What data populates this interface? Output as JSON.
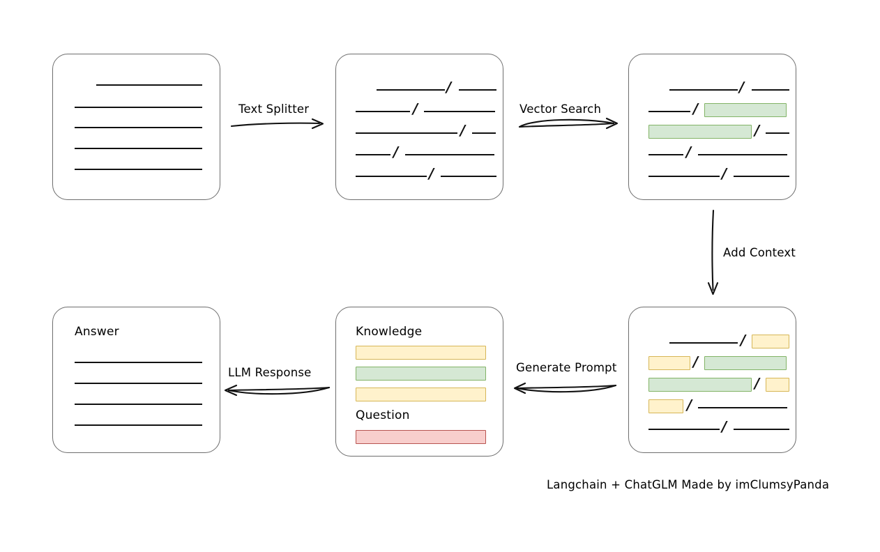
{
  "diagram": {
    "title_caption": "Langchain + ChatGLM Made by imClumsyPanda",
    "colors": {
      "box_border": "#6d6d6d",
      "rule": "#111111",
      "green_fill": "#d5e8d4",
      "green_border": "#82b366",
      "yellow_fill": "#fff2cc",
      "yellow_border": "#d6b656",
      "red_fill": "#f8cecc",
      "red_border": "#b85450",
      "text": "#000000"
    },
    "arrows": [
      {
        "id": "text-splitter",
        "label": "Text Splitter",
        "direction": "right"
      },
      {
        "id": "vector-search",
        "label": "Vector Search",
        "direction": "right"
      },
      {
        "id": "add-context",
        "label": "Add Context",
        "direction": "down"
      },
      {
        "id": "generate-prompt",
        "label": "Generate Prompt",
        "direction": "left"
      },
      {
        "id": "llm-response",
        "label": "LLM Response",
        "direction": "left"
      }
    ],
    "boxes": {
      "source_document": {
        "name": "source-document",
        "label": "",
        "lines": [
          {
            "indent": true,
            "segments": [
              {
                "type": "rule"
              }
            ]
          },
          {
            "indent": false,
            "segments": [
              {
                "type": "rule"
              }
            ]
          },
          {
            "indent": false,
            "segments": [
              {
                "type": "rule"
              }
            ]
          },
          {
            "indent": false,
            "segments": [
              {
                "type": "rule"
              }
            ]
          },
          {
            "indent": false,
            "segments": [
              {
                "type": "rule"
              }
            ]
          }
        ]
      },
      "split_chunks": {
        "name": "split-chunks",
        "label": "",
        "lines": [
          {
            "segments": [
              {
                "type": "rule",
                "w": 98
              },
              {
                "type": "slash"
              },
              {
                "type": "rule",
                "w": 54
              }
            ],
            "offset": 58
          },
          {
            "segments": [
              {
                "type": "rule",
                "w": 78
              },
              {
                "type": "slash"
              },
              {
                "type": "rule",
                "w": 102
              }
            ],
            "offset": 0
          },
          {
            "segments": [
              {
                "type": "rule",
                "w": 146
              },
              {
                "type": "slash"
              },
              {
                "type": "rule",
                "w": 34
              }
            ],
            "offset": 0
          },
          {
            "segments": [
              {
                "type": "rule",
                "w": 50
              },
              {
                "type": "slash"
              },
              {
                "type": "rule",
                "w": 128
              }
            ],
            "offset": 0
          },
          {
            "segments": [
              {
                "type": "rule",
                "w": 102
              },
              {
                "type": "slash"
              },
              {
                "type": "rule",
                "w": 80
              }
            ],
            "offset": 0
          }
        ]
      },
      "vector_matches": {
        "name": "vector-matched-chunks",
        "label": "",
        "lines": [
          {
            "segments": [
              {
                "type": "rule",
                "w": 98
              },
              {
                "type": "slash"
              },
              {
                "type": "rule",
                "w": 54
              }
            ],
            "offset": 58
          },
          {
            "segments": [
              {
                "type": "rule",
                "w": 60
              },
              {
                "type": "slash"
              },
              {
                "type": "chip",
                "color": "green",
                "w": 118
              }
            ],
            "offset": 0
          },
          {
            "segments": [
              {
                "type": "chip",
                "color": "green",
                "w": 148
              },
              {
                "type": "slash"
              },
              {
                "type": "rule",
                "w": 34
              }
            ],
            "offset": 0
          },
          {
            "segments": [
              {
                "type": "rule",
                "w": 50
              },
              {
                "type": "slash"
              },
              {
                "type": "rule",
                "w": 128
              }
            ],
            "offset": 0
          },
          {
            "segments": [
              {
                "type": "rule",
                "w": 102
              },
              {
                "type": "slash"
              },
              {
                "type": "rule",
                "w": 80
              }
            ],
            "offset": 0
          }
        ]
      },
      "context_added": {
        "name": "context-added-chunks",
        "label": "",
        "lines": [
          {
            "segments": [
              {
                "type": "rule",
                "w": 98
              },
              {
                "type": "slash"
              },
              {
                "type": "chip",
                "color": "yellow",
                "w": 54
              }
            ],
            "offset": 58
          },
          {
            "segments": [
              {
                "type": "chip",
                "color": "yellow",
                "w": 60
              },
              {
                "type": "slash"
              },
              {
                "type": "chip",
                "color": "green",
                "w": 118
              }
            ],
            "offset": 0
          },
          {
            "segments": [
              {
                "type": "chip",
                "color": "green",
                "w": 148
              },
              {
                "type": "slash"
              },
              {
                "type": "chip",
                "color": "yellow",
                "w": 34
              }
            ],
            "offset": 0
          },
          {
            "segments": [
              {
                "type": "chip",
                "color": "yellow",
                "w": 50
              },
              {
                "type": "slash"
              },
              {
                "type": "rule",
                "w": 128
              }
            ],
            "offset": 0
          },
          {
            "segments": [
              {
                "type": "rule",
                "w": 102
              },
              {
                "type": "slash"
              },
              {
                "type": "rule",
                "w": 80
              }
            ],
            "offset": 0
          }
        ]
      },
      "prompt": {
        "name": "generated-prompt",
        "knowledge_label": "Knowledge",
        "question_label": "Question",
        "knowledge_bars": [
          "yellow",
          "green",
          "yellow"
        ],
        "question_bars": [
          "red"
        ]
      },
      "answer": {
        "name": "answer-document",
        "label": "Answer",
        "lines": [
          {
            "type": "rule"
          },
          {
            "type": "rule"
          },
          {
            "type": "rule"
          },
          {
            "type": "rule"
          }
        ]
      }
    }
  }
}
